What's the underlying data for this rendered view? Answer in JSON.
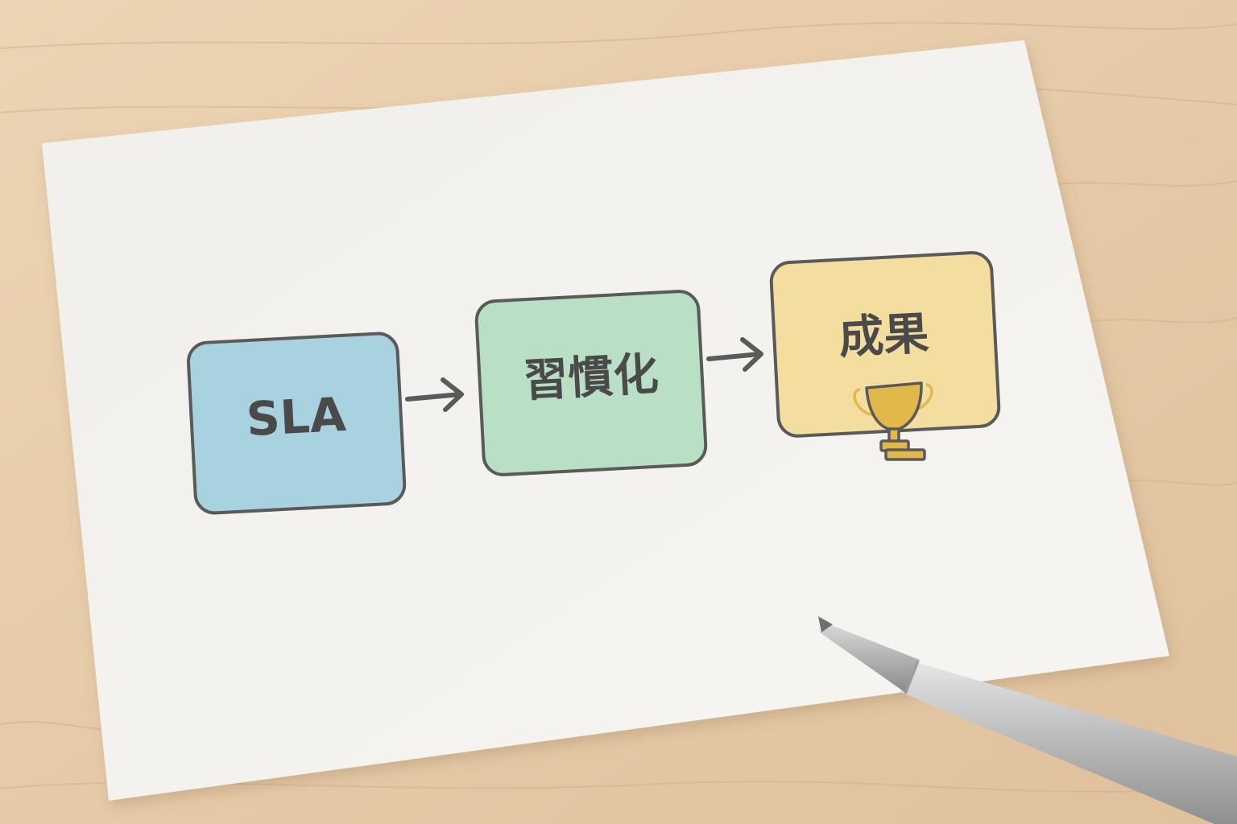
{
  "diagram": {
    "nodes": [
      {
        "id": "sla",
        "label": "SLA",
        "color": "#a9d2e0"
      },
      {
        "id": "habit",
        "label": "習慣化",
        "color": "#b9dfc4"
      },
      {
        "id": "result",
        "label": "成果",
        "color": "#f3dea0"
      }
    ],
    "edges": [
      {
        "from": "sla",
        "to": "habit"
      },
      {
        "from": "habit",
        "to": "result"
      }
    ],
    "icon": "trophy-icon"
  },
  "colors": {
    "desk": "#e8cfae",
    "paper": "#f3f1ee",
    "outline": "#5a5a5a",
    "trophy": "#e3b84a",
    "pen": "#b9b9b9"
  }
}
